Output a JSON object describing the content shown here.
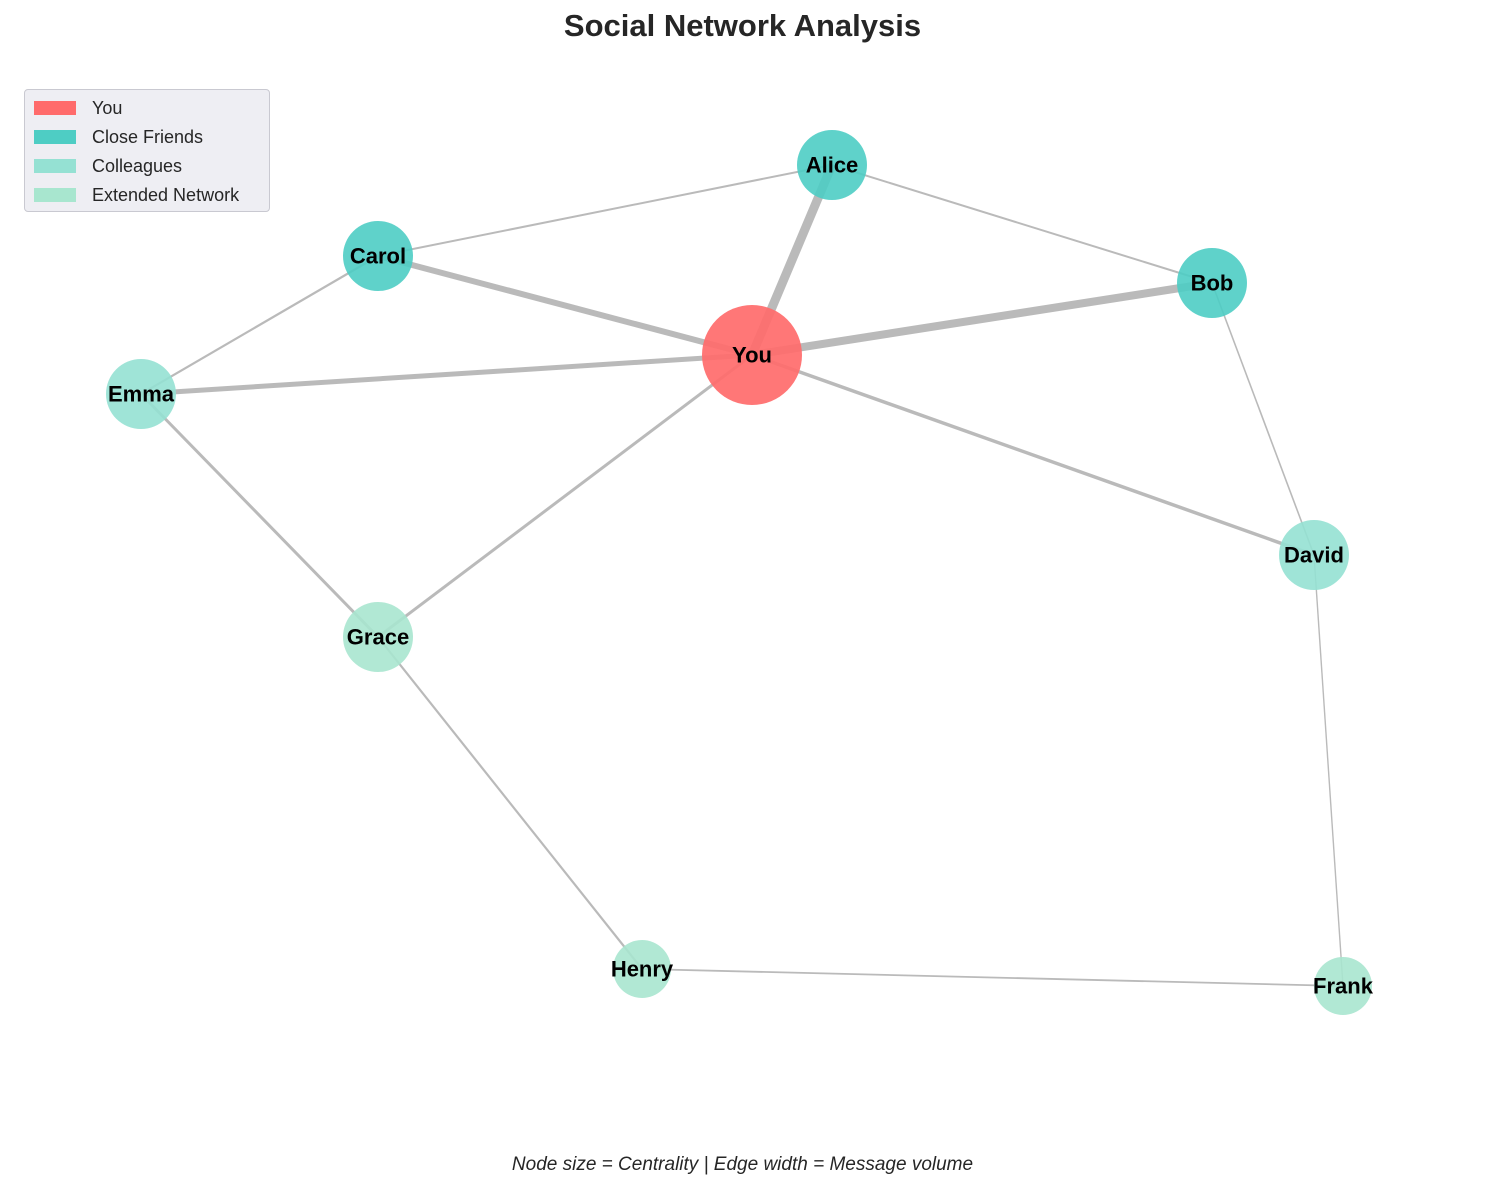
{
  "title": "Social Network Analysis",
  "caption": "Node size = Centrality | Edge width = Message volume",
  "colors": {
    "you": "#ff6b6b",
    "close_friends": "#4ecdc4",
    "colleagues": "#95e1d3",
    "extended": "#a8e6cf",
    "edge": "#b3b3b3"
  },
  "legend": {
    "items": [
      {
        "label": "You",
        "color": "#ff6b6b"
      },
      {
        "label": "Close Friends",
        "color": "#4ecdc4"
      },
      {
        "label": "Colleagues",
        "color": "#95e1d3"
      },
      {
        "label": "Extended Network",
        "color": "#a8e6cf"
      }
    ]
  },
  "graph": {
    "nodes": [
      {
        "id": "You",
        "group": "you"
      },
      {
        "id": "Alice",
        "group": "close_friends"
      },
      {
        "id": "Bob",
        "group": "close_friends"
      },
      {
        "id": "Carol",
        "group": "close_friends"
      },
      {
        "id": "David",
        "group": "colleagues"
      },
      {
        "id": "Emma",
        "group": "colleagues"
      },
      {
        "id": "Grace",
        "group": "extended"
      },
      {
        "id": "Henry",
        "group": "extended"
      },
      {
        "id": "Frank",
        "group": "extended"
      }
    ],
    "edges": [
      {
        "source": "You",
        "target": "Alice"
      },
      {
        "source": "You",
        "target": "Bob"
      },
      {
        "source": "You",
        "target": "Carol"
      },
      {
        "source": "You",
        "target": "Emma"
      },
      {
        "source": "You",
        "target": "David"
      },
      {
        "source": "You",
        "target": "Grace"
      },
      {
        "source": "Alice",
        "target": "Carol"
      },
      {
        "source": "Alice",
        "target": "Bob"
      },
      {
        "source": "Carol",
        "target": "Emma"
      },
      {
        "source": "Emma",
        "target": "Grace"
      },
      {
        "source": "Bob",
        "target": "David"
      },
      {
        "source": "David",
        "target": "Frank"
      },
      {
        "source": "Grace",
        "target": "Henry"
      },
      {
        "source": "Henry",
        "target": "Frank"
      }
    ]
  }
}
